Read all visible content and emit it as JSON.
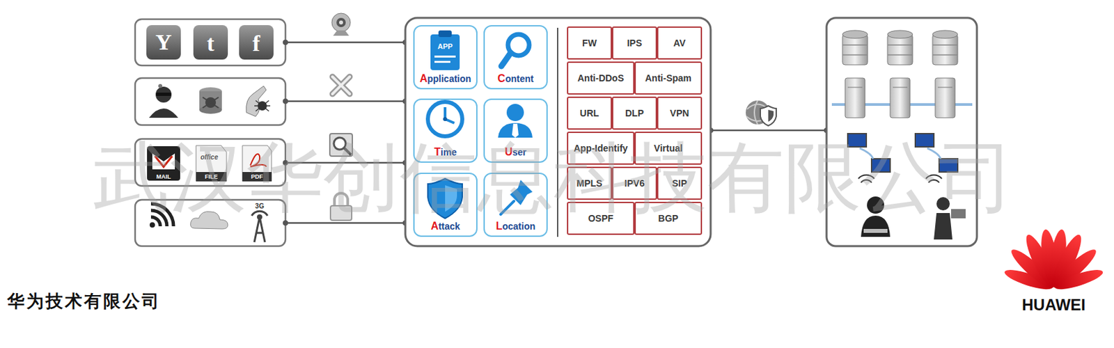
{
  "diagram": {
    "nodes": [
      {
        "text": [
          "Application"
        ]
      },
      {
        "text": [
          "Content"
        ]
      },
      {
        "text": [
          "Time"
        ]
      },
      {
        "text": [
          "User"
        ]
      },
      {
        "text": [
          "Attack"
        ]
      },
      {
        "text": [
          "Location"
        ]
      },
      {
        "text": [
          "FW"
        ]
      },
      {
        "text": [
          "IPS"
        ]
      },
      {
        "text": [
          "AV"
        ]
      },
      {
        "text": [
          "Anti-DDoS"
        ]
      },
      {
        "text": [
          "Anti-Spam"
        ]
      },
      {
        "text": [
          "URL"
        ]
      },
      {
        "text": [
          "DLP"
        ]
      },
      {
        "text": [
          "VPN"
        ]
      },
      {
        "text": [
          "App-Identify"
        ]
      },
      {
        "text": [
          "Virtual"
        ]
      },
      {
        "text": [
          "MPLS"
        ]
      },
      {
        "text": [
          "IPV6"
        ]
      },
      {
        "text": [
          "SIP"
        ]
      },
      {
        "text": [
          "OSPF"
        ]
      },
      {
        "text": [
          "BGP"
        ]
      }
    ],
    "labels": [
      "Y",
      "t",
      "f",
      "MAIL",
      "office",
      "FILE",
      "PDF",
      "3G",
      "APP",
      "武汉华创信息科技有限公司",
      "华为技术有限公司",
      "HUAWEI"
    ]
  }
}
